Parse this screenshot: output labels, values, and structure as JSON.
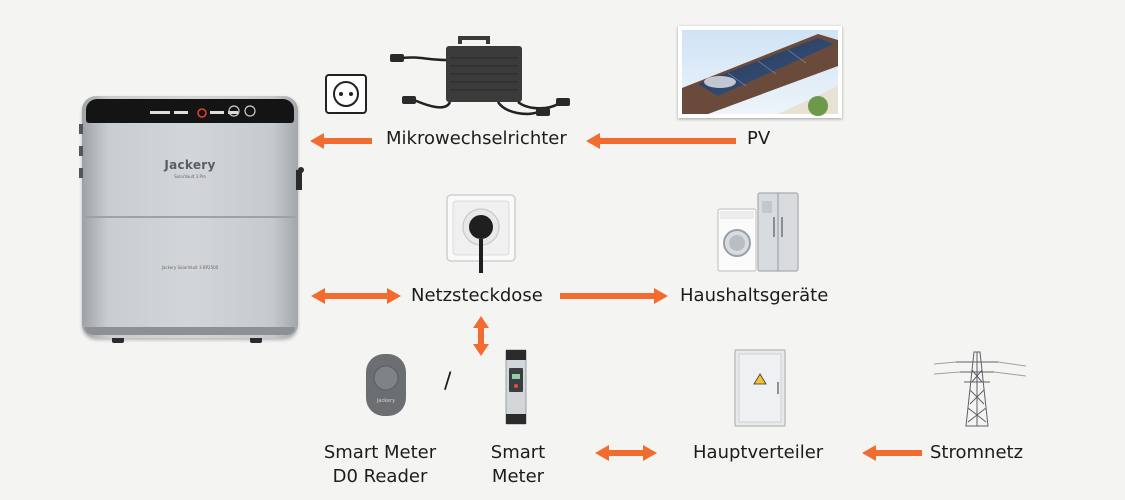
{
  "labels": {
    "mikro": "Mikrowechselrichter",
    "pv": "PV",
    "netz": "Netzsteckdose",
    "haus": "Haushaltsgeräte",
    "d0_line1": "Smart Meter",
    "d0_line2": "D0 Reader",
    "sm_line1": "Smart",
    "sm_line2": "Meter",
    "haupt": "Hauptverteiler",
    "strom": "Stromnetz",
    "slash": "/"
  },
  "product": {
    "brand": "Jackery",
    "sub": "SolarVault 3 Pro",
    "model": "Jackery SolarVault 3 BP2500",
    "d0_logo": "Jackery"
  },
  "colors": {
    "arrow": "#f26b2f",
    "background": "#f4f4f2"
  }
}
